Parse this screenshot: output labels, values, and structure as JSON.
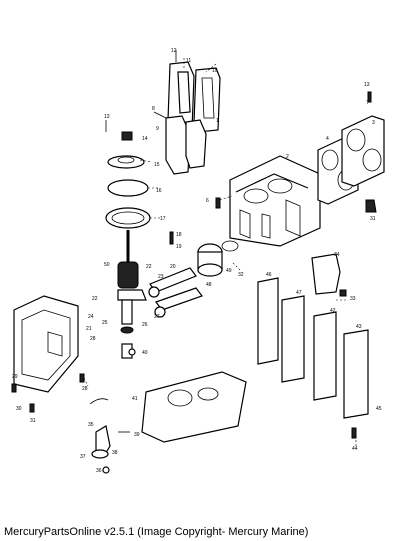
{
  "caption": "MercuryPartsOnline v2.5.1 (Image Copyright- Mercury Marine)",
  "callouts": [
    "12",
    "11",
    "10",
    "13",
    "1",
    "8",
    "9",
    "13",
    "14",
    "15",
    "16",
    "7",
    "6",
    "4",
    "3",
    "2",
    "17",
    "18",
    "19",
    "31",
    "50",
    "22",
    "22",
    "23",
    "20",
    "49",
    "48",
    "32",
    "34",
    "33",
    "47",
    "46",
    "24",
    "25",
    "26",
    "27",
    "28",
    "21",
    "43",
    "40",
    "42",
    "29",
    "28",
    "30",
    "31",
    "41",
    "35",
    "39",
    "38",
    "37",
    "36",
    "44",
    "45"
  ]
}
